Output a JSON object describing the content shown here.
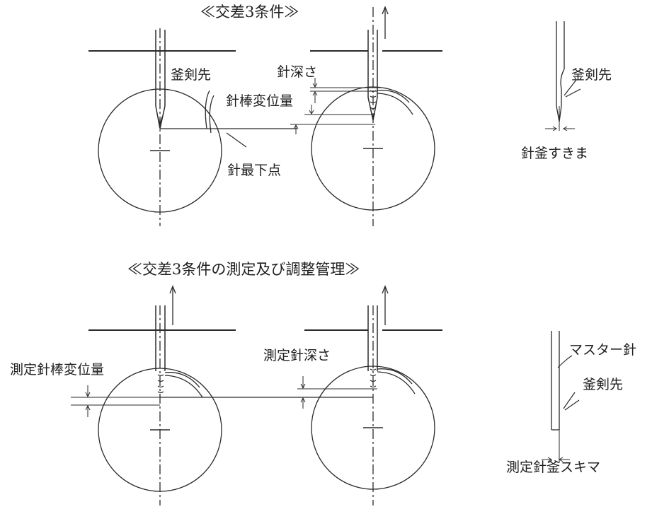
{
  "top": {
    "title": "≪交差3条件≫",
    "labels": {
      "kama_tip_left": "釜剣先",
      "needle_depth": "針深さ",
      "needle_bar_displacement": "針棒変位量",
      "needle_lowest_point": "針最下点",
      "kama_tip_right": "釜剣先",
      "needle_kama_clearance": "針釜すきま"
    }
  },
  "bottom": {
    "title": "≪交差3条件の測定及び調整管理≫",
    "labels": {
      "measured_needle_bar_displacement": "測定針棒変位量",
      "measured_needle_depth": "測定針深さ",
      "master_needle": "マスター針",
      "kama_tip": "釜剣先",
      "measured_needle_kama_gap": "測定針釜スキマ"
    }
  }
}
